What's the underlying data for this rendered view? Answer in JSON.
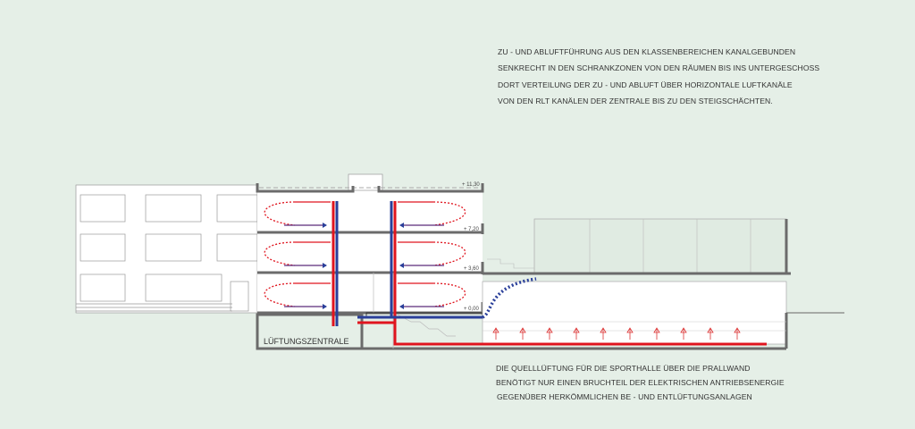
{
  "top_note": {
    "lines": [
      "ZU - UND ABLUFTFÜHRUNG AUS DEN KLASSENBEREICHEN KANALGEBUNDEN",
      "SENKRECHT IN DEN SCHRANKZONEN VON DEN RÄUMEN BIS INS UNTERGESCHOSS",
      "DORT VERTEILUNG DER ZU - UND ABLUFT ÜBER HORIZONTALE LUFTKANÄLE",
      "VON DEN RLT KANÄLEN DER ZENTRALE BIS ZU DEN STEIGSCHÄCHTEN."
    ]
  },
  "bottom_note": {
    "lines": [
      "DIE QUELLLÜFTUNG FÜR DIE SPORTHALLE ÜBER DIE PRALLWAND",
      "BENÖTIGT NUR EINEN BRUCHTEIL DER ELEKTRISCHEN ANTRIEBSENERGIE",
      "GEGENÜBER HERKÖMMLICHEN BE - UND ENTLÜFTUNGSANLAGEN"
    ]
  },
  "section": {
    "elevations": [
      "+ 11,30",
      "+ 7,20",
      "+ 3,60",
      "+ 0,00"
    ],
    "room_label": "LÜFTUNGSZENTRALE"
  },
  "colors": {
    "background": "#e5efe7",
    "supply": "#e0141e",
    "exhaust": "#2a3f9a",
    "structure": "#6b6b6b"
  }
}
